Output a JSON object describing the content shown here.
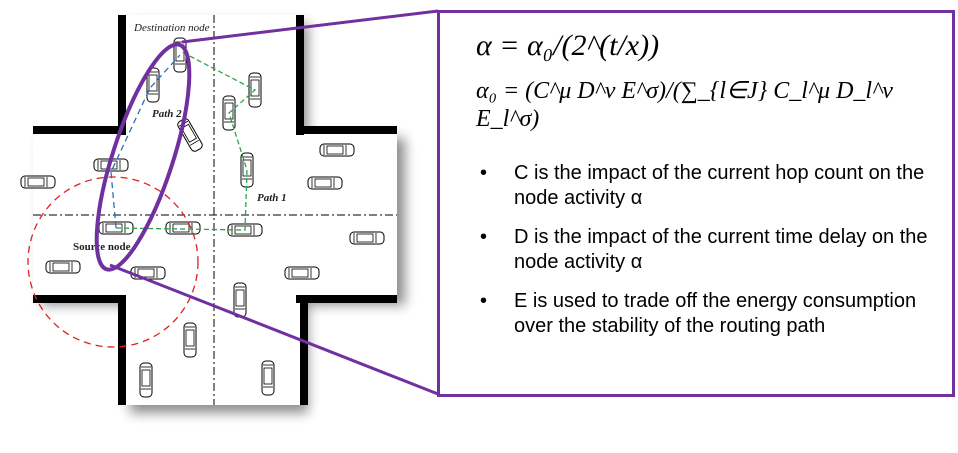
{
  "diagram": {
    "labels": {
      "destination": "Destination node",
      "source": "Source node",
      "path1": "Path 1",
      "path2": "Path 2"
    },
    "colors": {
      "highlight": "#7030a0",
      "path1": "#2ea34a",
      "path2": "#2a6fb5",
      "range": "#e02020"
    }
  },
  "panel": {
    "equation1": "α = α₀/(2^(t/x))",
    "equation2": "α₀ = (C^μ D^ν E^σ)/(∑_{l∈J} C_l^μ D_l^ν E_l^σ)",
    "bullets": [
      "C is the impact of the current hop count on the node activity α",
      "D is the impact of the current time delay on the node activity α",
      "E is used to trade off the energy consumption over the stability of the routing path"
    ]
  }
}
